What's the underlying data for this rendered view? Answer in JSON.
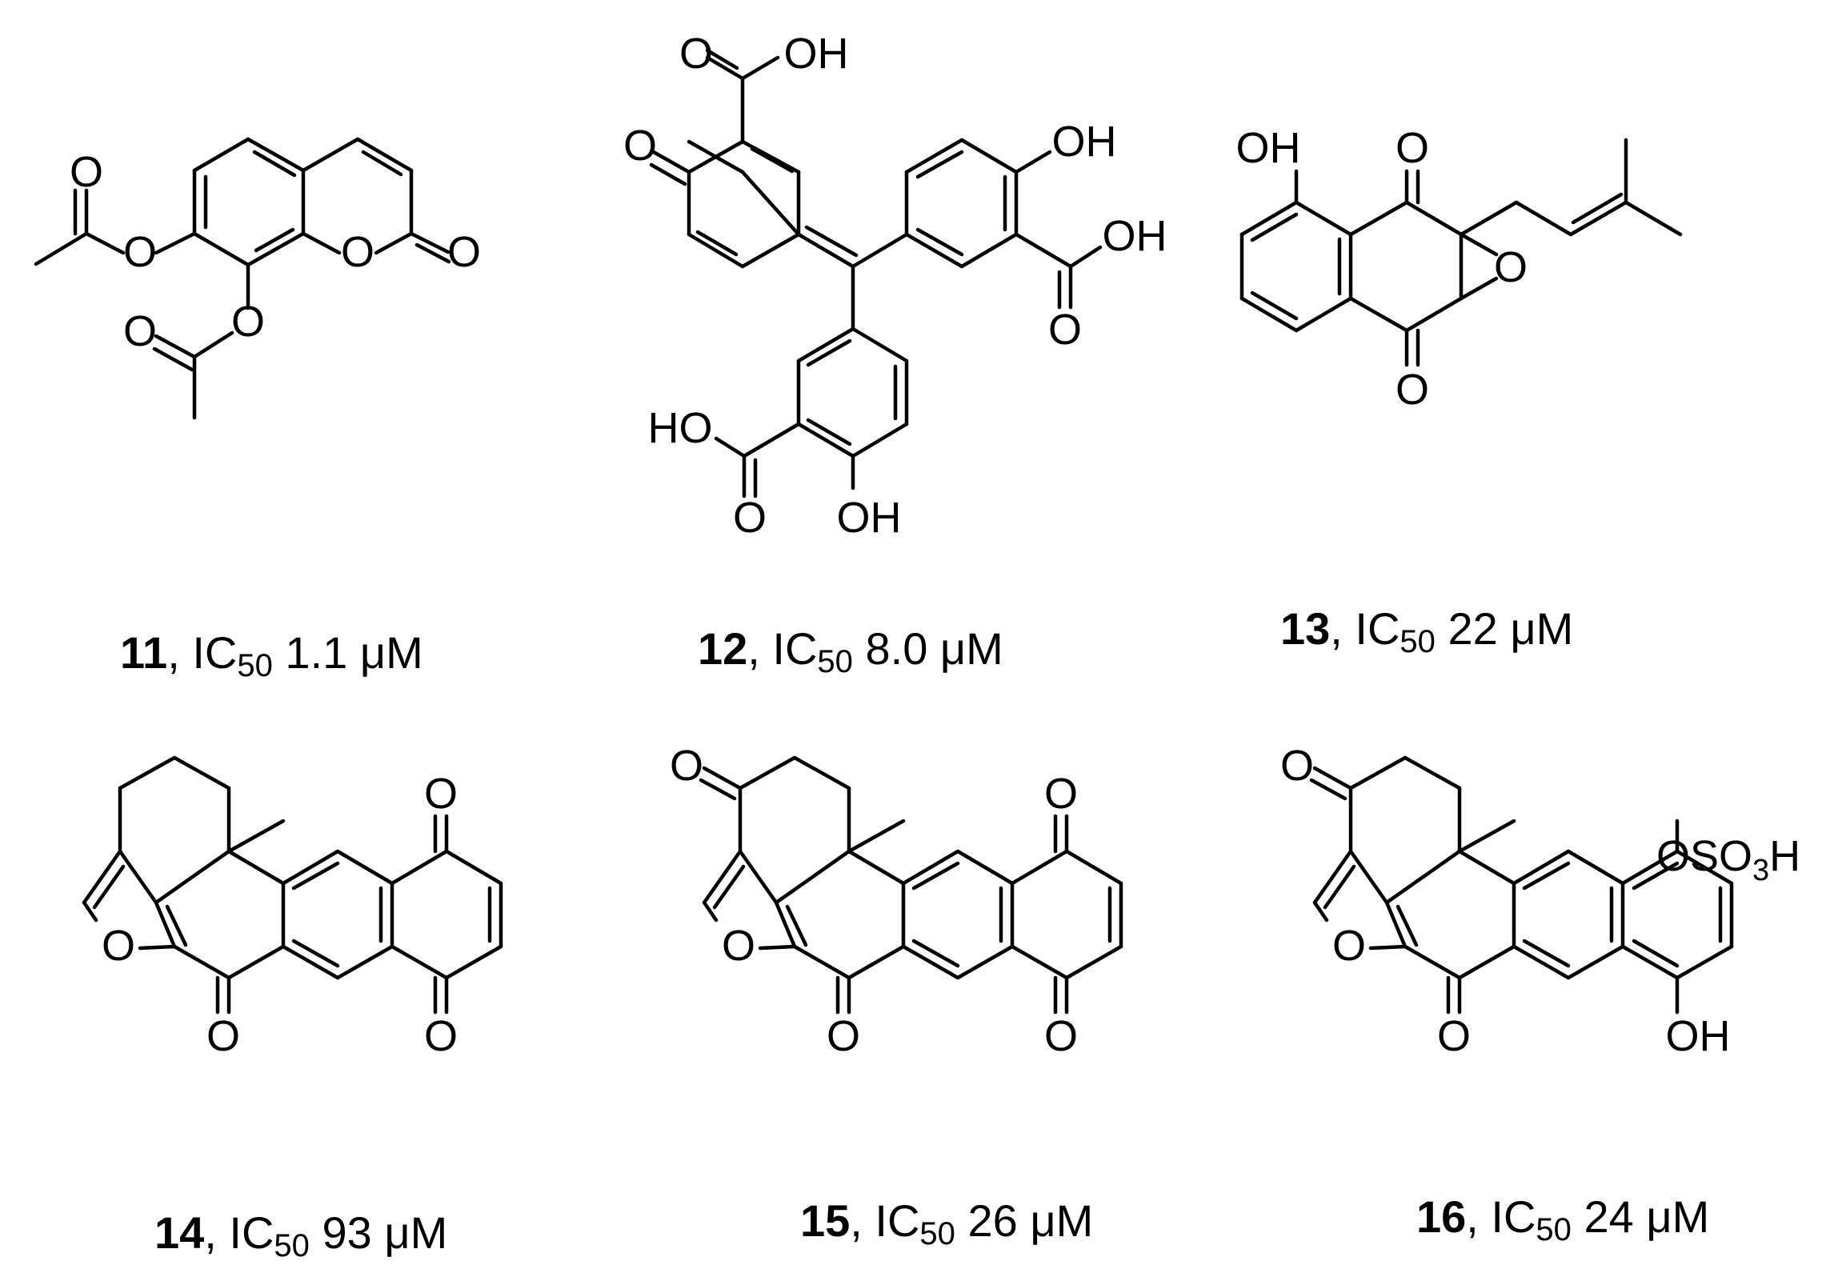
{
  "compounds": [
    {
      "id": "11",
      "ic50_label": "IC",
      "ic50_sub": "50",
      "value": "1.1",
      "unit": "μM"
    },
    {
      "id": "12",
      "ic50_label": "IC",
      "ic50_sub": "50",
      "value": "8.0",
      "unit": "μM"
    },
    {
      "id": "13",
      "ic50_label": "IC",
      "ic50_sub": "50",
      "value": "22",
      "unit": "μM"
    },
    {
      "id": "14",
      "ic50_label": "IC",
      "ic50_sub": "50",
      "value": "93",
      "unit": "μM"
    },
    {
      "id": "15",
      "ic50_label": "IC",
      "ic50_sub": "50",
      "value": "26",
      "unit": "μM"
    },
    {
      "id": "16",
      "ic50_label": "IC",
      "ic50_sub": "50",
      "value": "24",
      "unit": "μM"
    }
  ],
  "atom_labels": {
    "O": "O",
    "OH": "OH",
    "HO": "HO",
    "OSO": "OSO",
    "sub3": "3",
    "H": "H"
  }
}
